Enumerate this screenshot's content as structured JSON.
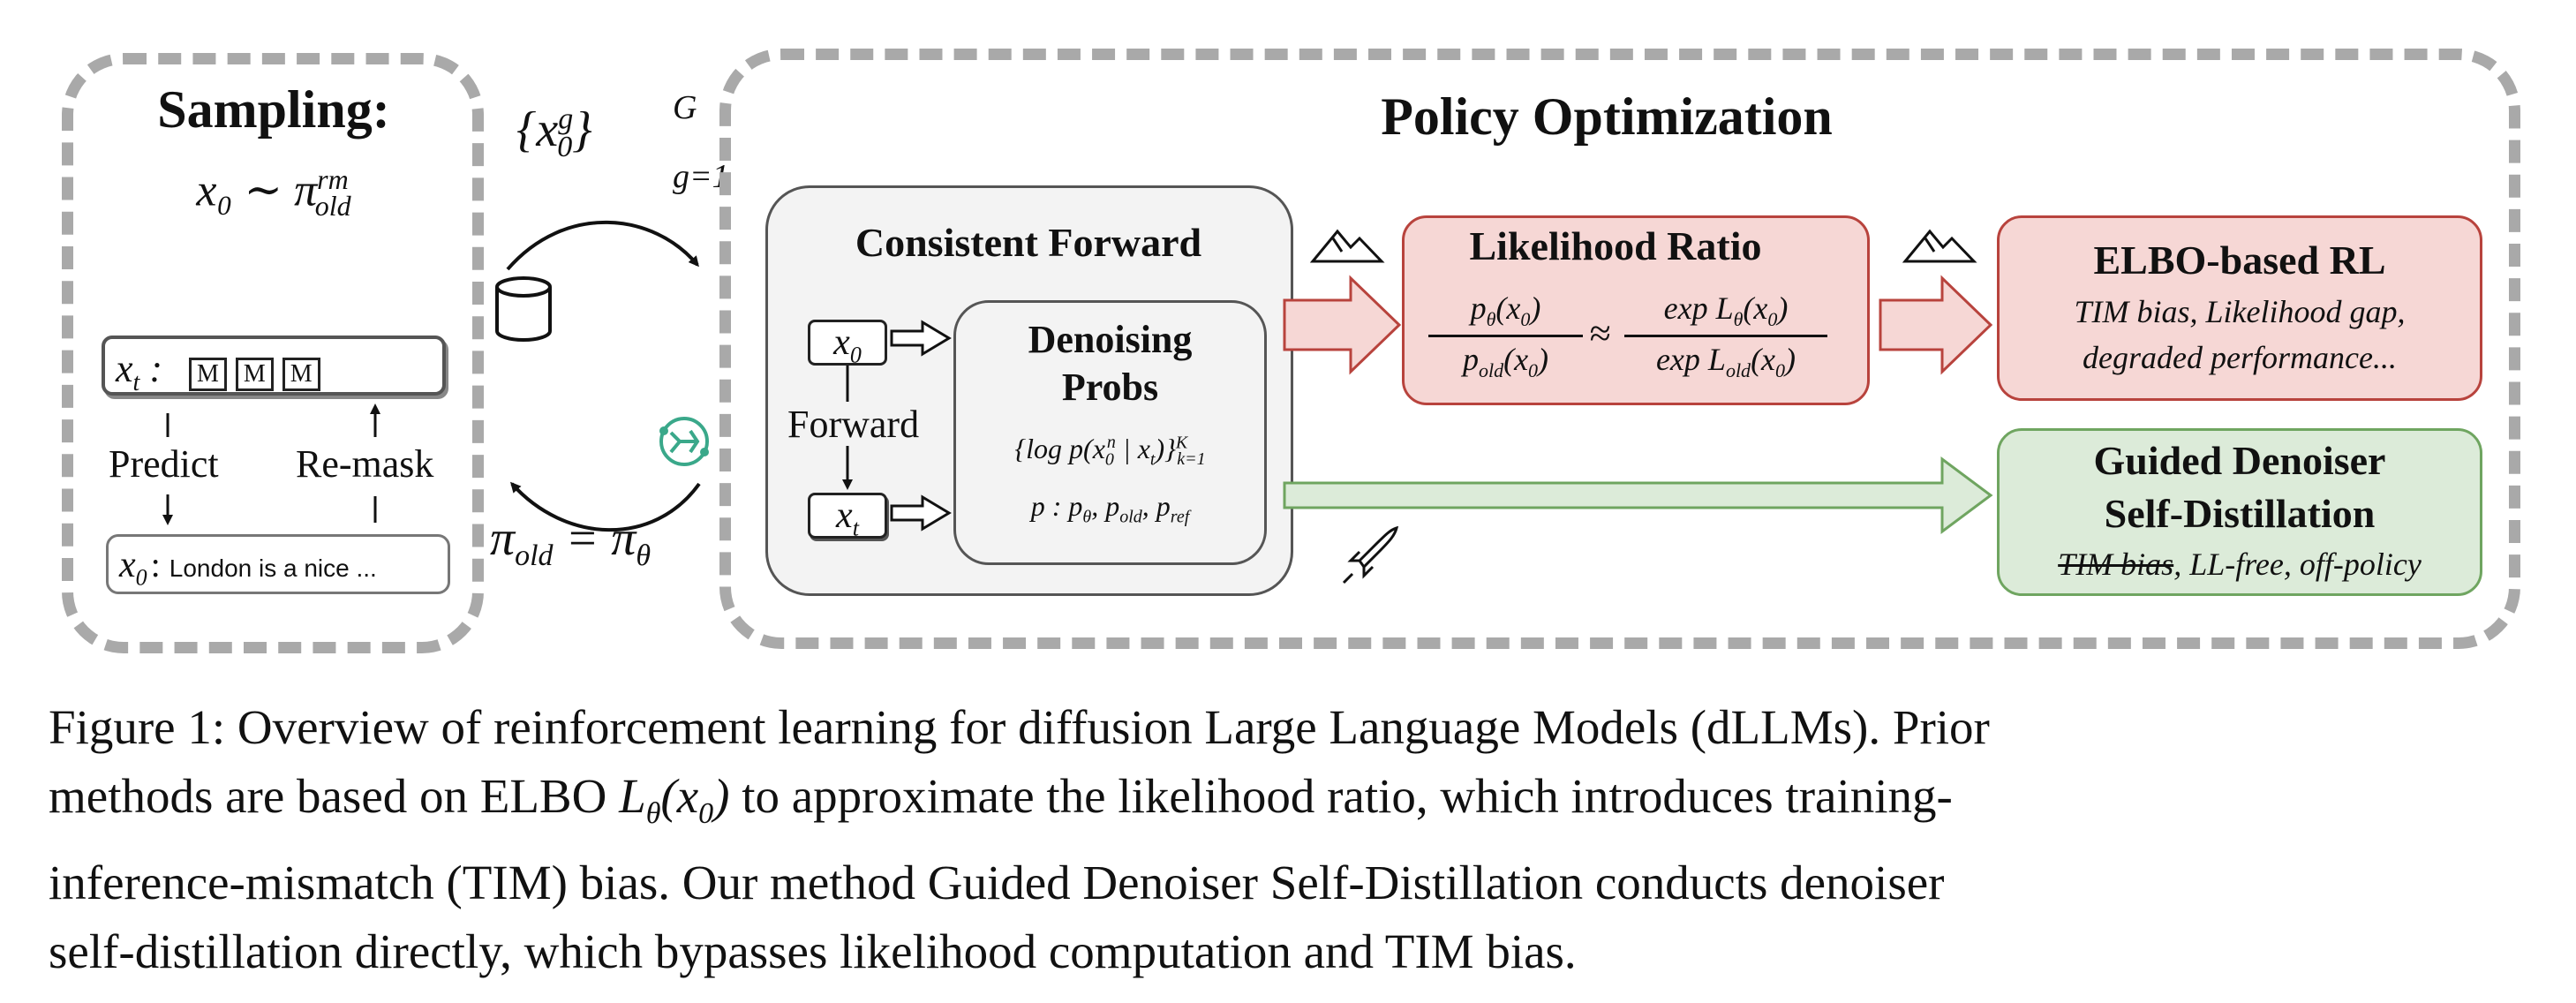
{
  "sampling": {
    "title": "Sampling:",
    "formula": "x₀ ∼ π",
    "formula_sup": "rm",
    "formula_sub": "old",
    "seq_label": "x",
    "seq_sub": "t",
    "seq_colon": " :",
    "mask_tokens": [
      "M",
      "M",
      "M"
    ],
    "predict_label": "Predict",
    "remask_label": "Re-mask",
    "output_var": "x",
    "output_sub": "0",
    "output_text": "London is a nice ..."
  },
  "set_label": {
    "main": "{x",
    "sup": "g",
    "sub": "0",
    "close": "}",
    "upper": "G",
    "lower": "g=1"
  },
  "policy_label": "π",
  "policy_label_sub": "old",
  "policy_label_eq": " = π",
  "policy_label_sub2": "θ",
  "policy_optimization": {
    "title": "Policy Optimization",
    "consistent_forward": {
      "title": "Consistent Forward",
      "x0": "x",
      "x0_sub": "0",
      "forward_label": "Forward",
      "xt": "x",
      "xt_sub": "t",
      "denoising_title_1": "Denoising",
      "denoising_title_2": "Probs",
      "logprob": "{log p(x",
      "logprob_sup": "n",
      "logprob_mid": " | x",
      "logprob_t": "t",
      "logprob_end": ")}",
      "logprob_upper": "K",
      "logprob_lower": "k=1",
      "p_list": "p : p",
      "p_theta": "θ",
      "p_old": "old",
      "p_ref": "ref"
    },
    "likelihood_ratio": {
      "title": "Likelihood Ratio",
      "num_left": "p",
      "num_left_sub": "θ",
      "num_left_arg": "(x",
      "num_left_arg_sub": "0",
      "den_left": "p",
      "den_left_sub": "old",
      "approx": "≈",
      "num_right": "exp L",
      "num_right_sub": "θ",
      "den_right": "exp L",
      "den_right_sub": "old",
      "paren_close": ")"
    },
    "elbo_rl": {
      "title": "ELBO-based RL",
      "line1": "TIM bias, Likelihood gap,",
      "line2": "degraded performance..."
    },
    "guided": {
      "title_1": "Guided Denoiser",
      "title_2": "Self-Distillation",
      "struck": "TIM bias",
      "rest": ", LL-free, off-policy"
    }
  },
  "caption": {
    "line1": "Figure 1: Overview of reinforcement learning for diffusion Large Language Models (dLLMs). Prior",
    "line2a": "methods are based on ELBO ",
    "line2_L": "L",
    "line2_theta": "θ",
    "line2_arg": "(x",
    "line2_arg_sub": "0",
    "line2_close": ")",
    "line2b": " to approximate the likelihood ratio, which introduces training-",
    "line3": "inference-mismatch (TIM) bias. Our method Guided Denoiser Self-Distillation conducts denoiser",
    "line4": "self-distillation directly, which bypasses likelihood computation and TIM bias."
  },
  "colors": {
    "red_fill": "#f6d7d5",
    "red_stroke": "#b8433d",
    "green_fill": "#dcebd9",
    "green_stroke": "#6fa560",
    "gray_fill": "#f3f3f3",
    "dash": "#a9a9a9",
    "teal_icon": "#3aa88a"
  },
  "icons": [
    "database-icon",
    "brain-chip-icon",
    "mountain-icon",
    "mountain-icon",
    "rocket-icon"
  ]
}
